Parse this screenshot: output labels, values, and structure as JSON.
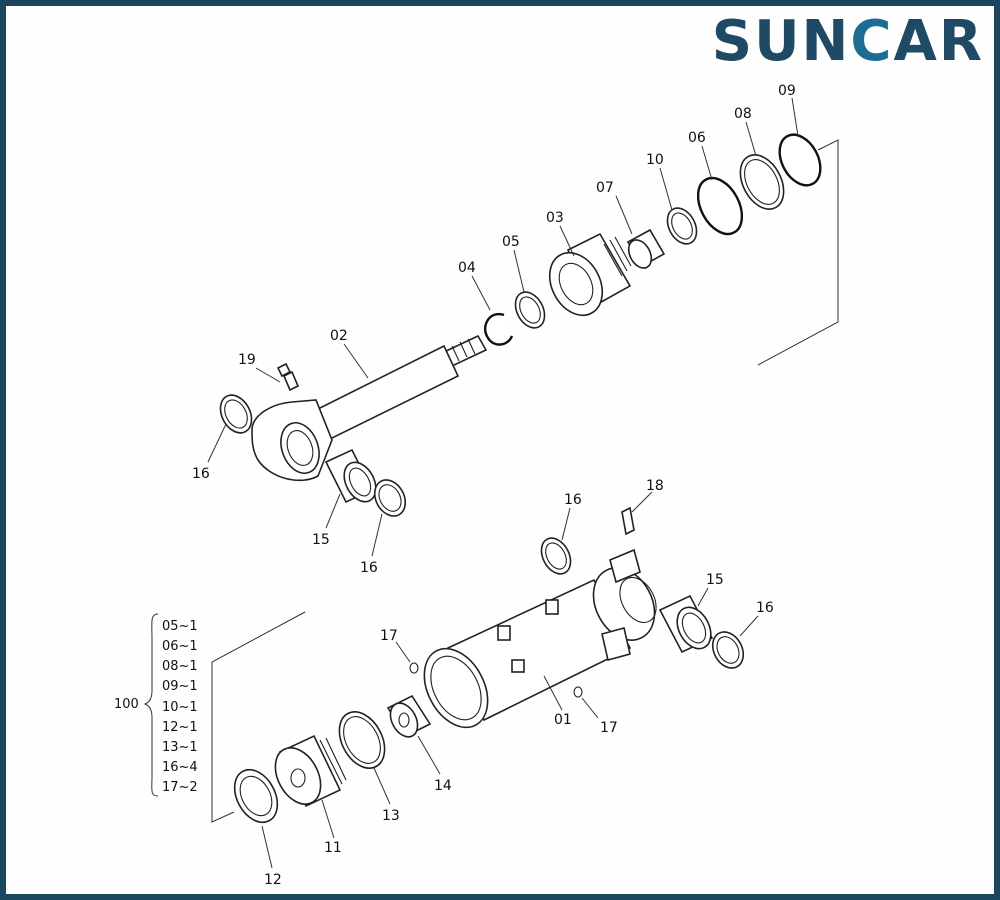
{
  "brand": {
    "prefix": "SUN",
    "accent": "C",
    "suffix": "AR",
    "colors": {
      "text": "#1f4a66",
      "accent": "#1c6d94",
      "frame": "#1a4660"
    }
  },
  "callouts": {
    "p02": "02",
    "p03": "03",
    "p04": "04",
    "p05": "05",
    "p06": "06",
    "p07": "07",
    "p08": "08",
    "p09": "09",
    "p10": "10",
    "p19": "19",
    "p16a": "16",
    "p15a": "15",
    "p16b": "16",
    "p16c": "16",
    "p18": "18",
    "p15b": "15",
    "p16d": "16",
    "p17a": "17",
    "p01": "01",
    "p17b": "17",
    "p14": "14",
    "p13": "13",
    "p11": "11",
    "p12": "12"
  },
  "kit": {
    "number": "100",
    "items": [
      "05~1",
      "06~1",
      "08~1",
      "09~1",
      "10~1",
      "12~1",
      "13~1",
      "16~4",
      "17~2"
    ]
  }
}
